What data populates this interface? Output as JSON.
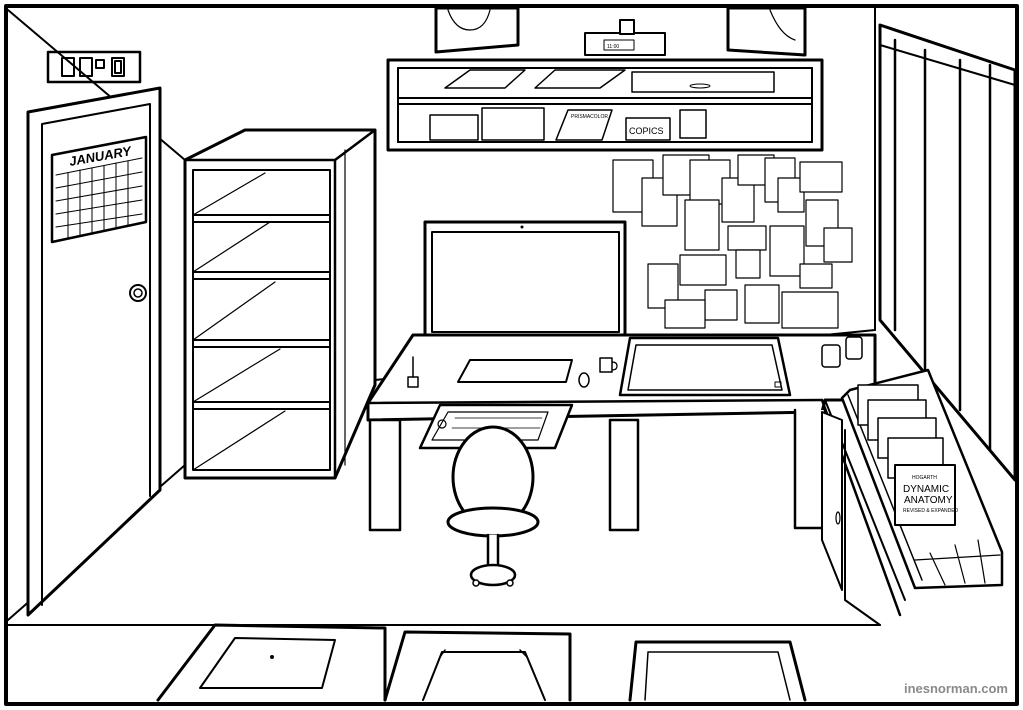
{
  "calendar": {
    "month": "JANUARY"
  },
  "shelf_labels": {
    "box_label": "COPICS",
    "folder_label": "PRISMACOLOR"
  },
  "book": {
    "author": "HOGARTH",
    "title_line1": "DYNAMIC",
    "title_line2": "ANATOMY",
    "subtitle": "REVISED & EXPANDED"
  },
  "speaker": {
    "display": "11:00"
  },
  "credit": "inesnorman.com",
  "colors": {
    "line": "#000000",
    "paper": "#ffffff",
    "credit": "#8a8a8a"
  }
}
